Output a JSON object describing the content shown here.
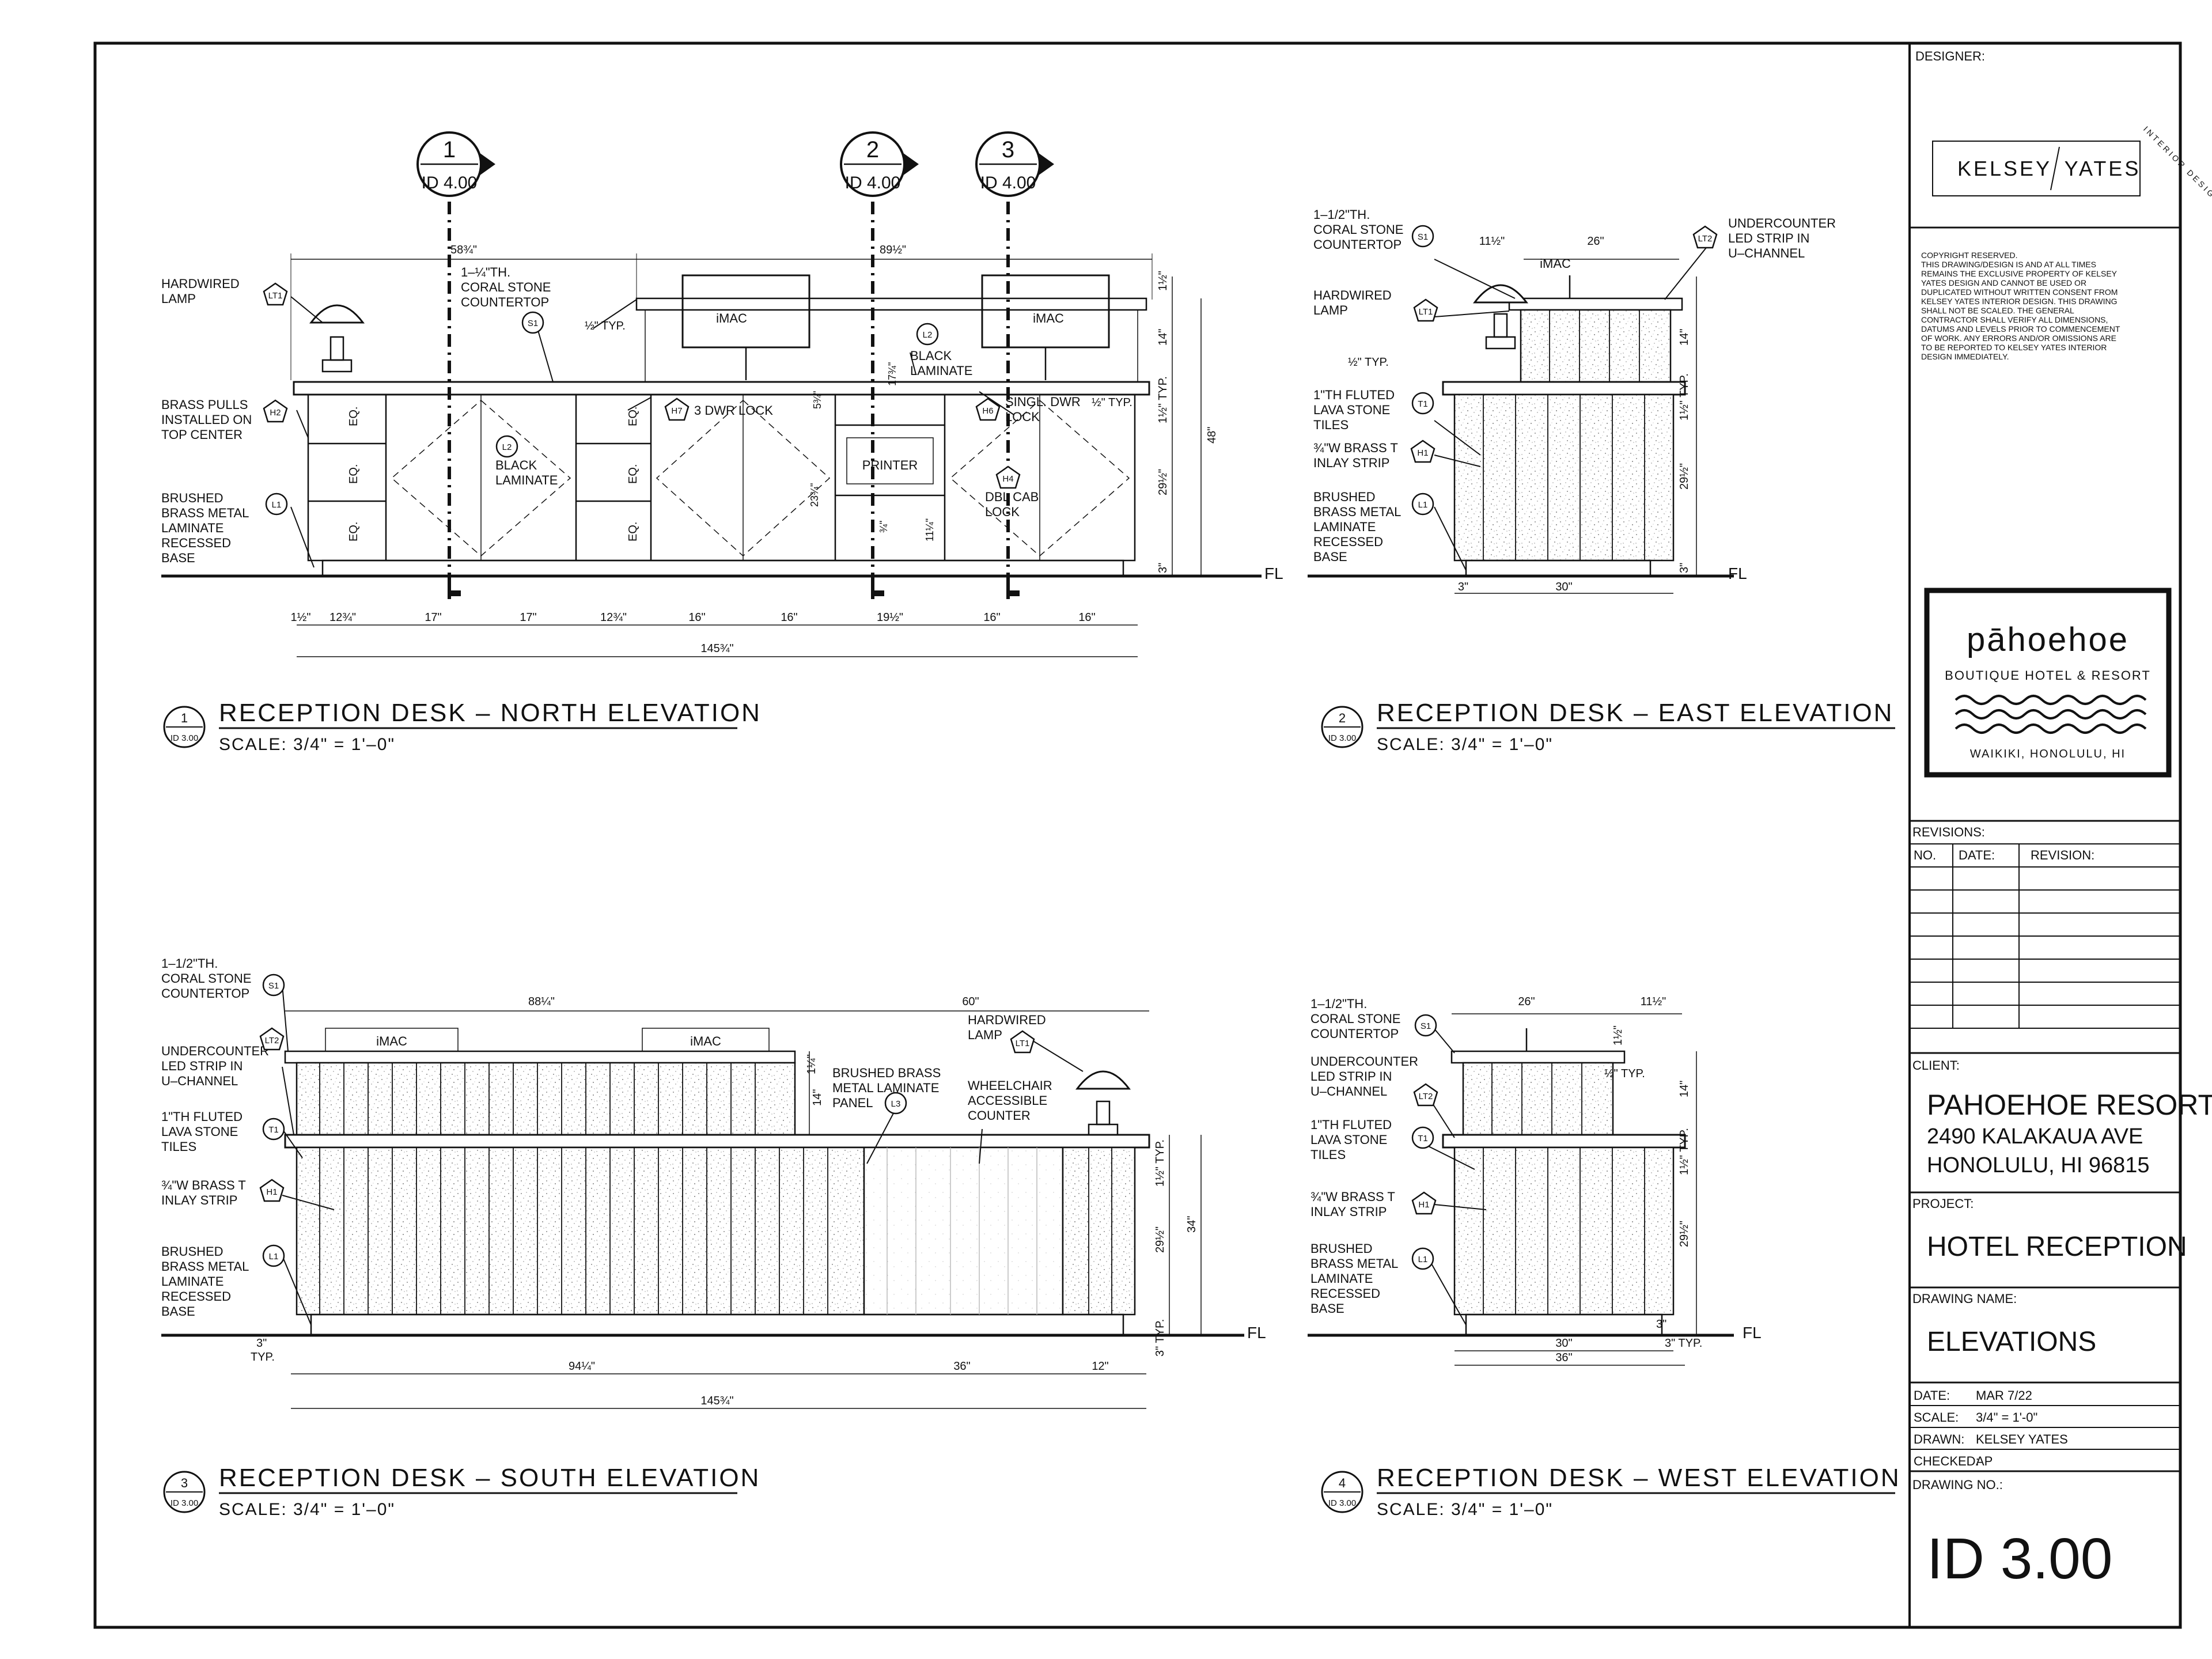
{
  "designer": {
    "label": "DESIGNER:",
    "logo_left": "KELSEY",
    "logo_right": "YATES",
    "logo_arc": "INTERIOR DESIGN"
  },
  "copyright": [
    "COPYRIGHT RESERVED.",
    "THIS DRAWING/DESIGN IS AND AT ALL TIMES",
    "REMAINS THE EXCLUSIVE PROPERTY OF KELSEY",
    "YATES DESIGN AND CANNOT BE USED OR",
    "DUPLICATED WITHOUT WRITTEN CONSENT FROM",
    "KELSEY YATES INTERIOR DESIGN. THIS DRAWING",
    "SHALL NOT BE SCALED. THE GENERAL",
    "CONTRACTOR SHALL VERIFY ALL DIMENSIONS,",
    "DATUMS AND LEVELS PRIOR TO COMMENCEMENT",
    "OF WORK. ANY ERRORS AND/OR OMISSIONS ARE",
    "TO BE REPORTED TO KELSEY YATES INTERIOR",
    "DESIGN IMMEDIATELY."
  ],
  "brand": {
    "name": "pāhoehoe",
    "tagline": "BOUTIQUE HOTEL & RESORT",
    "location": "WAIKIKI, HONOLULU, HI"
  },
  "revisions": {
    "label": "REVISIONS:",
    "col_no": "NO.",
    "col_date": "DATE:",
    "col_rev": "REVISION:"
  },
  "client": {
    "label": "CLIENT:",
    "name": "PAHOEHOE RESORT",
    "address1": "2490 KALAKAUA AVE",
    "address2": "HONOLULU, HI 96815"
  },
  "project": {
    "label": "PROJECT:",
    "value": "HOTEL RECEPTION"
  },
  "drawing_name": {
    "label": "DRAWING NAME:",
    "value": "ELEVATIONS"
  },
  "meta": {
    "date_label": "DATE:",
    "date": "MAR 7/22",
    "scale_label": "SCALE:",
    "scale": "3/4\" = 1'-0\"",
    "drawn_label": "DRAWN:",
    "drawn": "KELSEY YATES",
    "checked_label": "CHECKED:",
    "checked": "AP"
  },
  "drawing_no": {
    "label": "DRAWING NO.:",
    "value": "ID 3.00"
  },
  "section_markers": [
    {
      "num": "1",
      "ref": "ID 4.00"
    },
    {
      "num": "2",
      "ref": "ID 4.00"
    },
    {
      "num": "3",
      "ref": "ID 4.00"
    }
  ],
  "views": [
    {
      "num": "1",
      "ref": "ID 3.00",
      "title": "RECEPTION DESK – NORTH ELEVATION",
      "scale": "SCALE: 3/4\" = 1'–0\""
    },
    {
      "num": "2",
      "ref": "ID 3.00",
      "title": "RECEPTION DESK – EAST ELEVATION",
      "scale": "SCALE: 3/4\" = 1'–0\""
    },
    {
      "num": "3",
      "ref": "ID 3.00",
      "title": "RECEPTION DESK – SOUTH ELEVATION",
      "scale": "SCALE: 3/4\" = 1'–0\""
    },
    {
      "num": "4",
      "ref": "ID 3.00",
      "title": "RECEPTION DESK – WEST ELEVATION",
      "scale": "SCALE: 3/4\" = 1'–0\""
    }
  ],
  "fl": "FL",
  "tags": {
    "s1": "S1",
    "lt1": "LT1",
    "lt2": "LT2",
    "l1": "L1",
    "l2": "L2",
    "l3": "L3",
    "h1": "H1",
    "h2": "H2",
    "h4": "H4",
    "h6": "H6",
    "h7": "H7",
    "t1": "T1"
  },
  "north": {
    "lamp": [
      "HARDWIRED",
      "LAMP"
    ],
    "pulls": [
      "BRASS PULLS",
      "INSTALLED ON",
      "TOP CENTER"
    ],
    "base": [
      "BRUSHED",
      "BRASS METAL",
      "LAMINATE",
      "RECESSED",
      "BASE"
    ],
    "counter": [
      "1–¼\"TH.",
      "CORAL STONE",
      "COUNTERTOP"
    ],
    "imac": "iMAC",
    "black_lam": [
      "BLACK",
      "LAMINATE"
    ],
    "lam2": [
      "BLACK",
      "LAMINATE"
    ],
    "dwr3": "3 DWR LOCK",
    "singl": [
      "SINGL. DWR",
      "LOCK"
    ],
    "printer": "PRINTER",
    "dbl": [
      "DBL CAB",
      "LOCK"
    ],
    "eq": "EQ.",
    "typ_half": "½\" TYP.",
    "typ_half2": "½\" TYP.",
    "d_top1": "58¾\"",
    "d_top2": "89½\"",
    "d_bottom": [
      "1½\"",
      "12¾\"",
      "17\"",
      "17\"",
      "12¾\"",
      "16\"",
      "16\"",
      "19½\"",
      "16\"",
      "16\""
    ],
    "d_total": "145¾\"",
    "d_right": [
      "1½\"",
      "14\"",
      "1½\" TYP.",
      "29½\"",
      "3\""
    ],
    "d_48": "48\"",
    "d_inner": [
      "5¾\"",
      "23¾\"",
      "17¾\"",
      "¾\"",
      "11¼\""
    ]
  },
  "east": {
    "counter": [
      "1–1/2\"TH.",
      "CORAL STONE",
      "COUNTERTOP"
    ],
    "lamp": [
      "HARDWIRED",
      "LAMP"
    ],
    "tiles": [
      "1\"TH FLUTED",
      "LAVA STONE",
      "TILES"
    ],
    "inlay": [
      "¾\"W BRASS T",
      "INLAY STRIP"
    ],
    "base": [
      "BRUSHED",
      "BRASS METAL",
      "LAMINATE",
      "RECESSED",
      "BASE"
    ],
    "led": [
      "UNDERCOUNTER",
      "LED STRIP IN",
      "U–CHANNEL"
    ],
    "imac": "iMAC",
    "typ": "½\" TYP.",
    "d_top": [
      "11½\"",
      "26\""
    ],
    "d_right": [
      "14\"",
      "1½\" TYP.",
      "29½\"",
      "3\""
    ],
    "d_bottom": [
      "3\"",
      "30\""
    ]
  },
  "south": {
    "counter": [
      "1–1/2\"TH.",
      "CORAL STONE",
      "COUNTERTOP"
    ],
    "led": [
      "UNDERCOUNTER",
      "LED STRIP IN",
      "U–CHANNEL"
    ],
    "tiles": [
      "1\"TH FLUTED",
      "LAVA STONE",
      "TILES"
    ],
    "inlay": [
      "¾\"W BRASS T",
      "INLAY STRIP"
    ],
    "base": [
      "BRUSHED",
      "BRASS METAL",
      "LAMINATE",
      "RECESSED",
      "BASE"
    ],
    "panel": [
      "BRUSHED BRASS",
      "METAL LAMINATE",
      "PANEL"
    ],
    "wheel": [
      "WHEELCHAIR",
      "ACCESSIBLE",
      "COUNTER"
    ],
    "lamp": [
      "HARDWIRED",
      "LAMP"
    ],
    "imac": "iMAC",
    "d_top": [
      "88¼\"",
      "60\""
    ],
    "d_bottom": [
      "94¼\"",
      "36\"",
      "12\""
    ],
    "d_total": "145¾\"",
    "d_right": [
      "1½\" TYP.",
      "29½\"",
      "34\"",
      "3\" TYP."
    ],
    "d_14": [
      "1¼\"",
      "14\""
    ],
    "d_3": [
      "3\"",
      "TYP."
    ]
  },
  "west": {
    "counter": [
      "1–1/2\"TH.",
      "CORAL STONE",
      "COUNTERTOP"
    ],
    "led": [
      "UNDERCOUNTER",
      "LED STRIP IN",
      "U–CHANNEL"
    ],
    "tiles": [
      "1\"TH FLUTED",
      "LAVA STONE",
      "TILES"
    ],
    "inlay": [
      "¾\"W BRASS T",
      "INLAY STRIP"
    ],
    "base": [
      "BRUSHED",
      "BRASS METAL",
      "LAMINATE",
      "RECESSED",
      "BASE"
    ],
    "typ": "½\" TYP.",
    "d_top": [
      "26\"",
      "11½\""
    ],
    "d_right": [
      "1½\"",
      "14\"",
      "1½\" TYP.",
      "29½\"",
      "3\"",
      "3\" TYP."
    ],
    "d_bottom": [
      "30\"",
      "36\""
    ]
  }
}
